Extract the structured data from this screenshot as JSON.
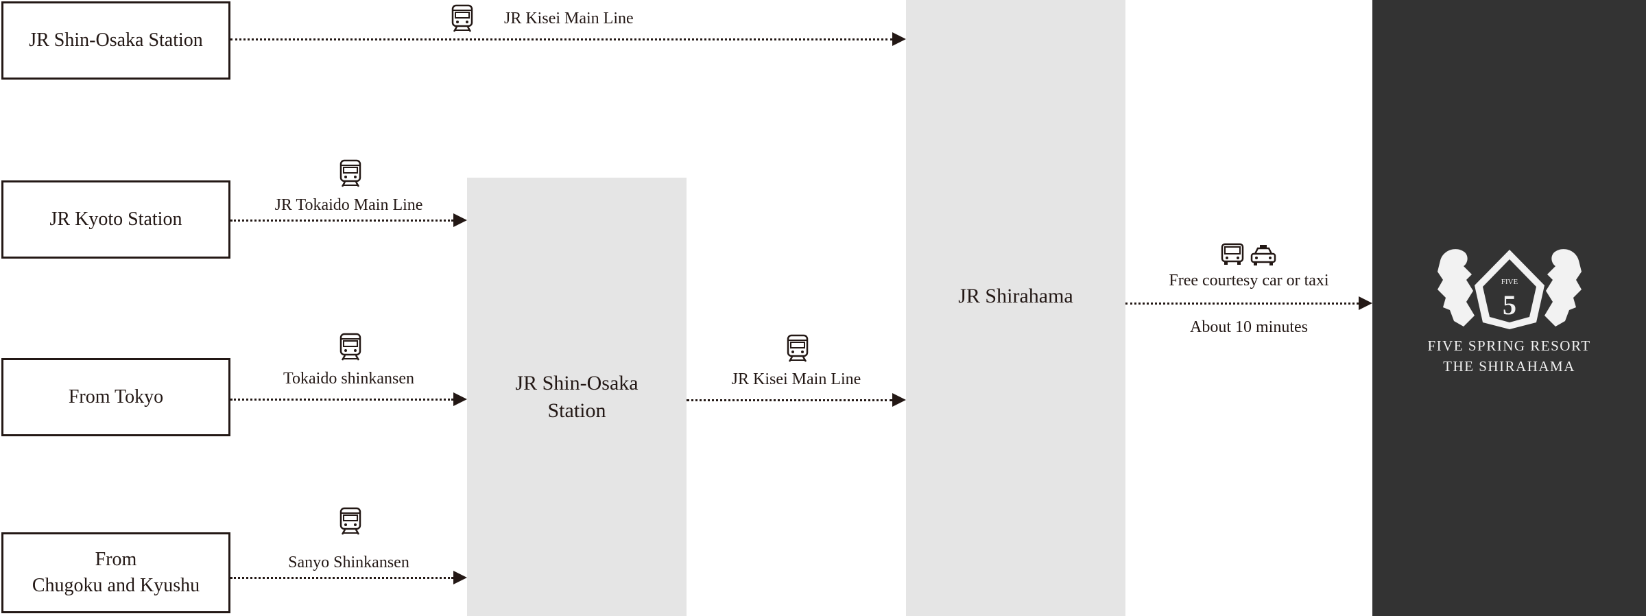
{
  "origins": {
    "shin_osaka": "JR Shin-Osaka Station",
    "kyoto": "JR Kyoto Station",
    "tokyo": "From Tokyo",
    "chugoku_1": "From",
    "chugoku_2": "Chugoku and Kyushu"
  },
  "hubs": {
    "shin_osaka_1": "JR Shin-Osaka",
    "shin_osaka_2": "Station",
    "shirahama": "JR Shirahama"
  },
  "routes": {
    "top_line": "JR Kisei Main Line",
    "kyoto_line": "JR Tokaido Main Line",
    "tokyo_line": "Tokaido shinkansen",
    "chugoku_line": "Sanyo Shinkansen",
    "hub_line": "JR Kisei Main Line",
    "final_transport": "Free courtesy car or taxi",
    "final_duration": "About 10 minutes"
  },
  "destination": {
    "emblem_number": "5",
    "emblem_word": "FIVE",
    "name_line1": "FIVE SPRING RESORT",
    "name_line2": "THE SHIRAHAMA"
  },
  "icons": [
    "train-icon",
    "bus-icon",
    "taxi-icon"
  ],
  "colors": {
    "ink": "#231815",
    "hub_fill": "#e5e5e5",
    "destination_fill": "#333333"
  }
}
